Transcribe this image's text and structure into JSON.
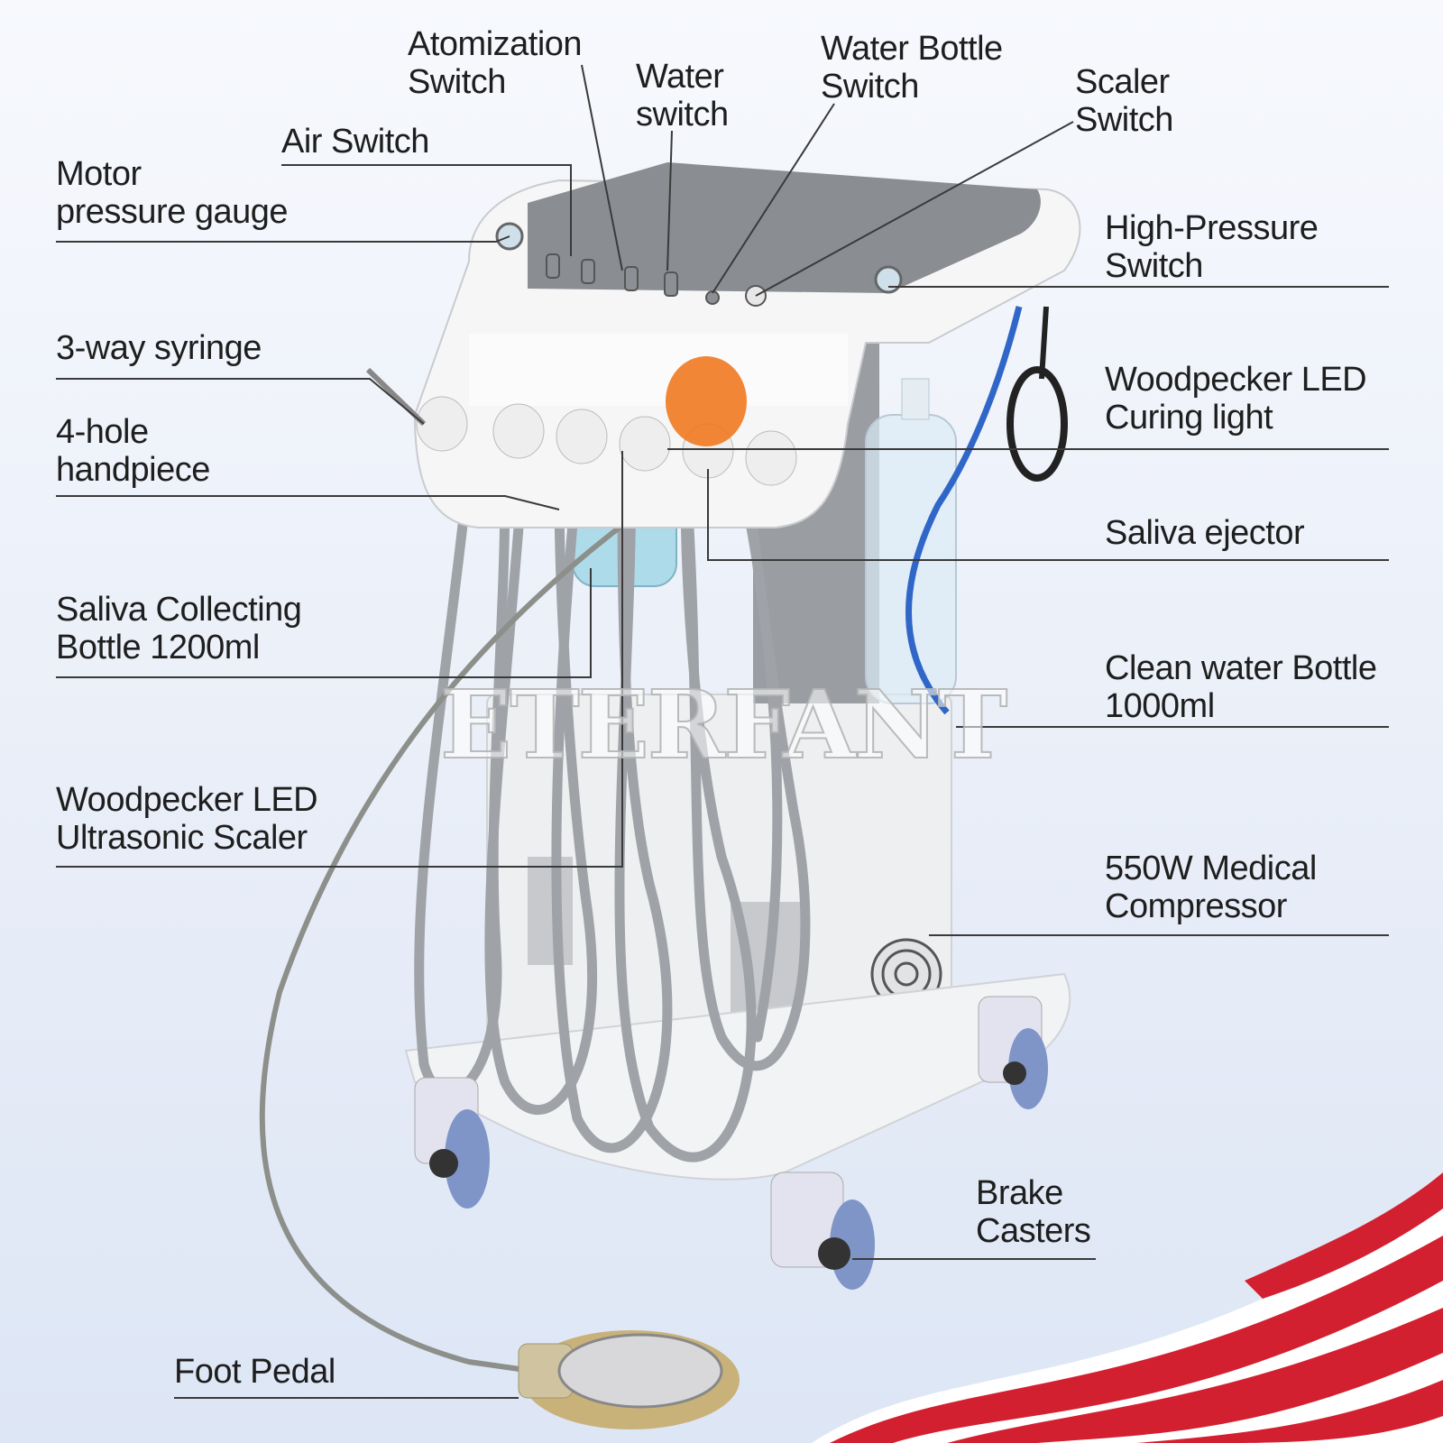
{
  "watermark": "ETERFANT",
  "labels": {
    "motor_pressure_gauge": [
      "Motor",
      "pressure gauge"
    ],
    "air_switch": [
      "Air Switch"
    ],
    "atomization_switch": [
      "Atomization",
      "Switch"
    ],
    "water_switch": [
      "Water",
      "switch"
    ],
    "water_bottle_switch": [
      "Water Bottle",
      "Switch"
    ],
    "scaler_switch": [
      "Scaler",
      "Switch"
    ],
    "high_pressure_switch": [
      "High-Pressure",
      "Switch"
    ],
    "three_way_syringe": [
      "3-way syringe"
    ],
    "four_hole_handpiece": [
      "4-hole",
      "handpiece"
    ],
    "curing_light": [
      "Woodpecker LED",
      "Curing light"
    ],
    "saliva_ejector": [
      "Saliva ejector"
    ],
    "saliva_bottle": [
      "Saliva Collecting",
      "Bottle 1200ml"
    ],
    "clean_water_bottle": [
      "Clean water Bottle",
      "1000ml"
    ],
    "ultrasonic_scaler": [
      "Woodpecker LED",
      "Ultrasonic Scaler"
    ],
    "compressor": [
      "550W Medical",
      "Compressor"
    ],
    "brake_casters": [
      "Brake",
      "Casters"
    ],
    "foot_pedal": [
      "Foot Pedal"
    ]
  },
  "colors": {
    "leader_line": "#3a3a3a",
    "flag_red": "#d32030",
    "device_white": "#f4f4f4",
    "hose_gray": "#9fa3a8",
    "tray_gray": "#8a8e93",
    "curing_shield_orange": "#f07a20",
    "caster_wheel": "#7f95c8",
    "pedal_base": "#c9b27a"
  }
}
